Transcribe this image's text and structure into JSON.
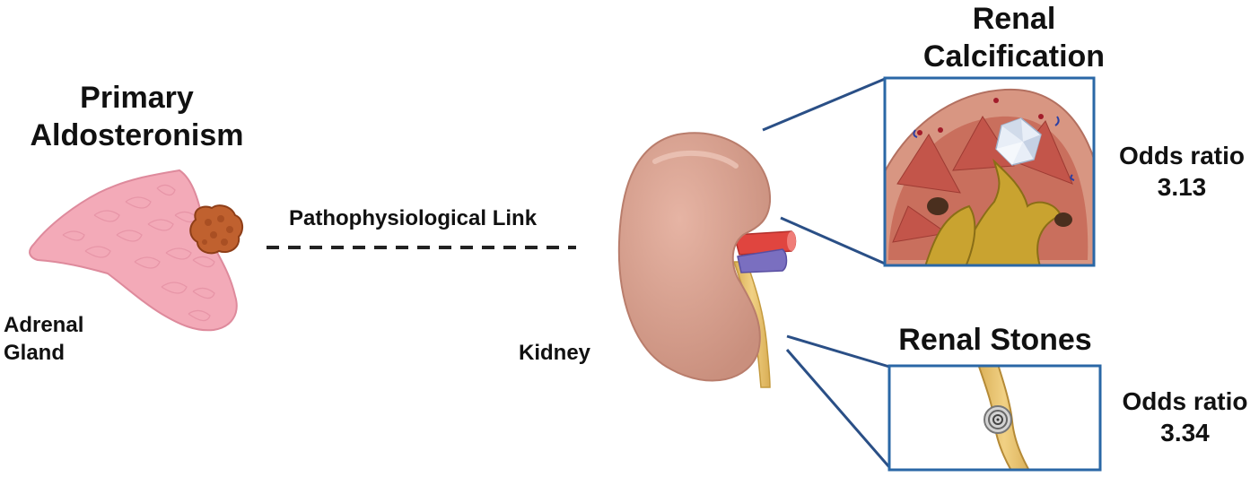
{
  "titles": {
    "primary": [
      "Primary",
      "Aldosteronism"
    ],
    "calcification": [
      "Renal",
      "Calcification"
    ],
    "stones": "Renal Stones"
  },
  "labels": {
    "adrenal": [
      "Adrenal",
      "Gland"
    ],
    "kidney": "Kidney",
    "link": "Pathophysiological Link"
  },
  "odds": {
    "calcification": {
      "label": "Odds ratio",
      "value": "3.13"
    },
    "stones": {
      "label": "Odds ratio",
      "value": "3.34"
    }
  },
  "colors": {
    "gland": "#f3aab8",
    "nodule": "#c0612f",
    "kidney": "#d9a08f",
    "box_border": "#2a67a6",
    "artery": "#e0453f",
    "vein": "#7a6fc0",
    "ureter": "#e7c16a"
  }
}
